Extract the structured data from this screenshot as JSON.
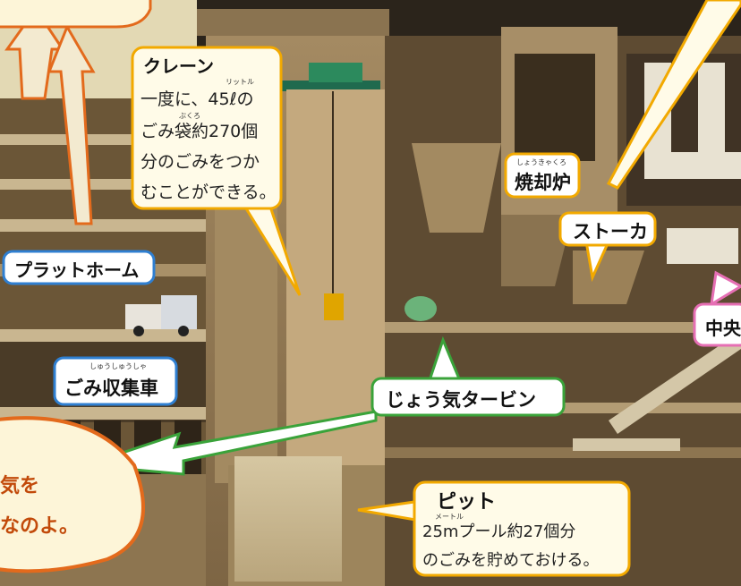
{
  "labels": {
    "crane": {
      "title": "クレーン",
      "ruby_unit": "リットル",
      "ruby_bag": "ぶくろ",
      "line1": "一度に、45ℓの",
      "line2": "ごみ袋約270個",
      "line3": "分のごみをつか",
      "line4": "むことができる。"
    },
    "incinerator": {
      "ruby": "しょうきゃくろ",
      "title": "焼却炉"
    },
    "stoker": {
      "title": "ストーカ"
    },
    "platform": {
      "title": "プラットホーム"
    },
    "garbage_truck": {
      "ruby": "しゅうしゅうしゃ",
      "title": "ごみ収集車"
    },
    "steam_turbine": {
      "title": "じょう気タービン"
    },
    "central": {
      "title": "中央"
    },
    "pit": {
      "title": "ピット",
      "ruby_unit": "メートル",
      "line1": "25mプール約27個分",
      "line2": "のごみを貯めておける。"
    },
    "speech": {
      "line1": "気を",
      "line2": "なのよ。"
    }
  },
  "colors": {
    "crane_border": "#f2a900",
    "incinerator_border": "#f2a900",
    "stoker_border": "#f2a900",
    "platform_border": "#2f7fd1",
    "truck_border": "#2f7fd1",
    "turbine_border": "#3aa33a",
    "central_border": "#e66fb4",
    "pit_border": "#f2a900",
    "speech_border": "#e36a1c",
    "speech_text": "#c24a0a"
  }
}
